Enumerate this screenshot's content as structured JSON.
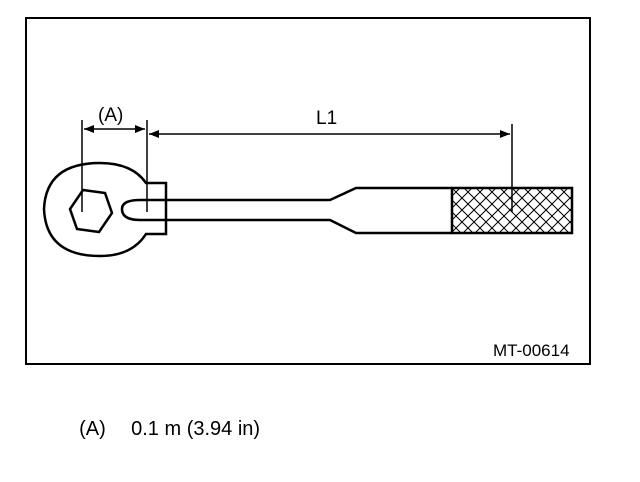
{
  "diagram": {
    "dimension_a_label": "(A)",
    "dimension_l1_label": "L1",
    "reference_code": "MT-00614"
  },
  "caption": {
    "label": "(A)",
    "text": "0.1 m (3.94 in)"
  },
  "colors": {
    "stroke": "#000000",
    "background": "#ffffff"
  }
}
